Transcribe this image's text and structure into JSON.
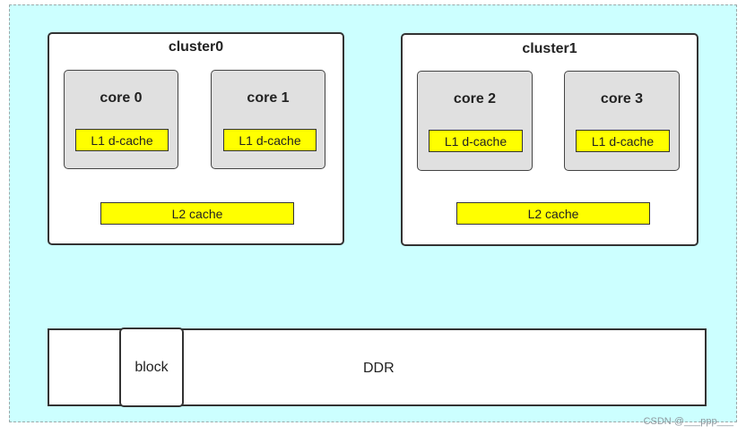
{
  "clusters": [
    {
      "title": "cluster0",
      "cores": [
        {
          "label": "core 0",
          "cache": "L1 d-cache"
        },
        {
          "label": "core 1",
          "cache": "L1 d-cache"
        }
      ],
      "l2": "L2 cache"
    },
    {
      "title": "cluster1",
      "cores": [
        {
          "label": "core 2",
          "cache": "L1 d-cache"
        },
        {
          "label": "core 3",
          "cache": "L1 d-cache"
        }
      ],
      "l2": "L2 cache"
    }
  ],
  "memory": {
    "ddr_label": "DDR",
    "block_label": "block"
  },
  "watermark": "CSDN @___ppp___",
  "colors": {
    "background": "#ccffff",
    "cache": "#ffff00",
    "core": "#e0e0e0"
  }
}
